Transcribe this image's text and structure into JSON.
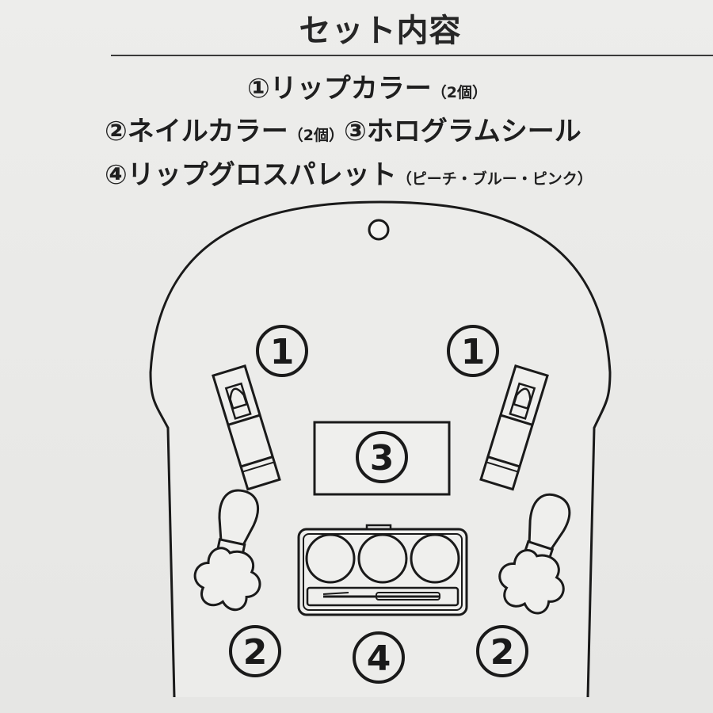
{
  "title": "セット内容",
  "items": {
    "line1": {
      "main": "①リップカラー",
      "note": "（2個）"
    },
    "line2": {
      "main_a": "②ネイルカラー",
      "note_a": "（2個）",
      "main_b": "③ホログラムシール"
    },
    "line3": {
      "main": "④リップグロスパレット",
      "note": "（ピーチ・ブルー・ピンク）"
    }
  },
  "diagram": {
    "labels": {
      "lip_left": "1",
      "lip_right": "1",
      "sticker": "3",
      "nail_left": "2",
      "palette": "4",
      "nail_right": "2"
    }
  },
  "colors": {
    "line": "#1a1a1a",
    "background": "#e9e9e7",
    "board": "#ececea"
  }
}
